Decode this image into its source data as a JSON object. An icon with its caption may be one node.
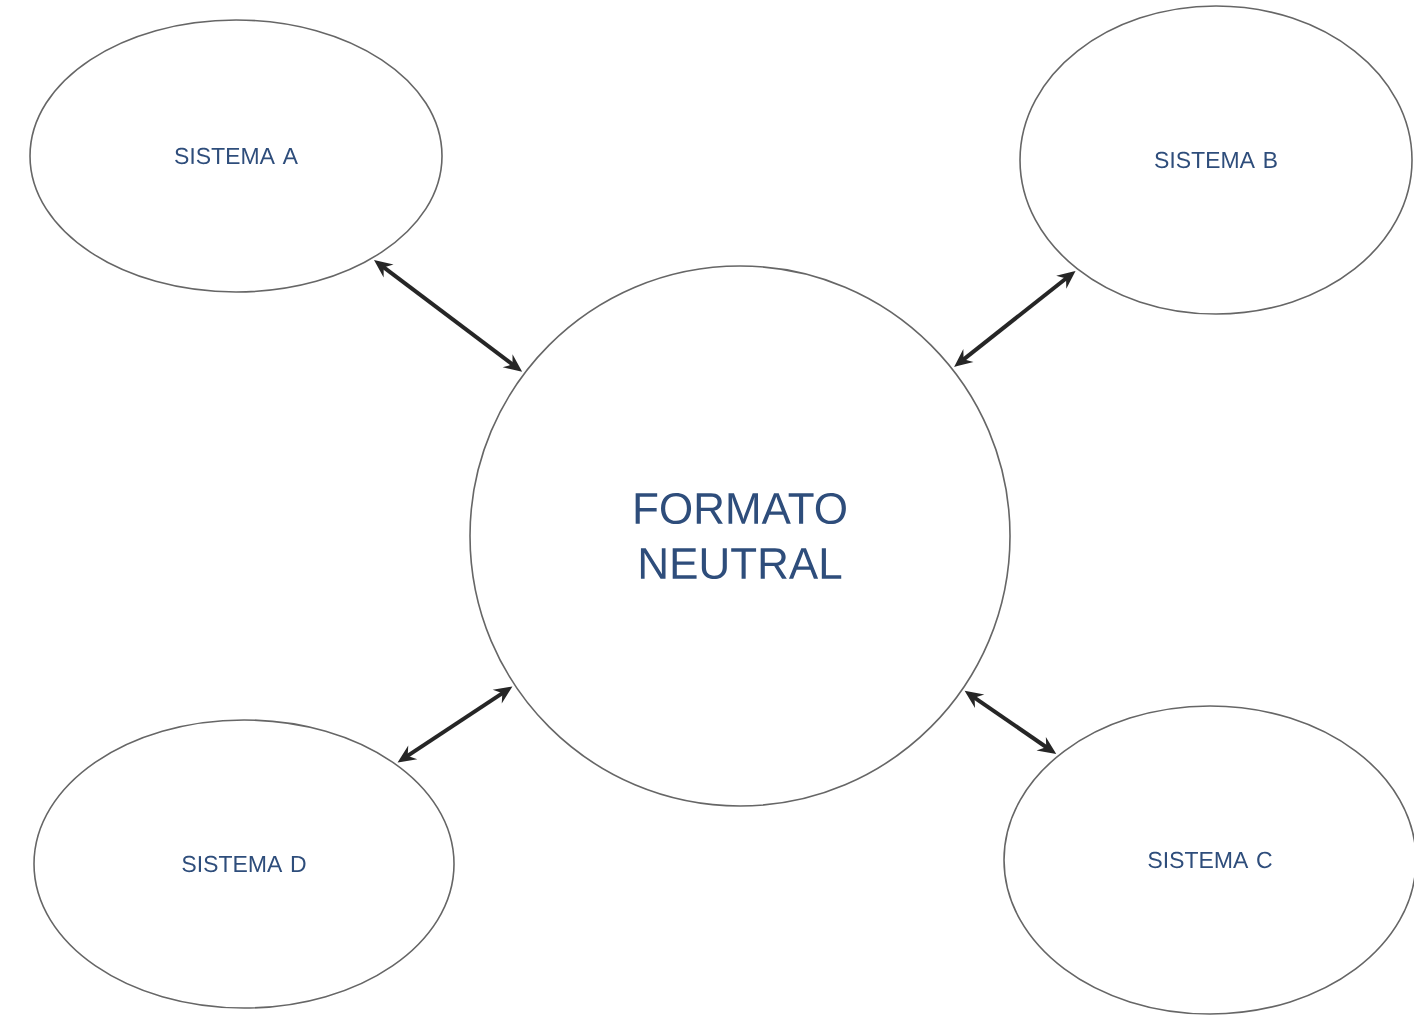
{
  "diagram": {
    "nodes": [
      {
        "text": [
          "SISTEMA A"
        ]
      },
      {
        "text": [
          "SISTEMA B"
        ]
      },
      {
        "text": [
          "FORMATO NEUTRAL"
        ]
      },
      {
        "text": [
          "SISTEMA D"
        ]
      },
      {
        "text": [
          "SISTEMA C"
        ]
      }
    ],
    "edges": [
      {
        "from": 2,
        "to": 0,
        "arrow": "both"
      },
      {
        "from": 2,
        "to": 1,
        "arrow": "both"
      },
      {
        "from": 2,
        "to": 3,
        "arrow": "both"
      },
      {
        "from": 2,
        "to": 4,
        "arrow": "both"
      }
    ]
  }
}
